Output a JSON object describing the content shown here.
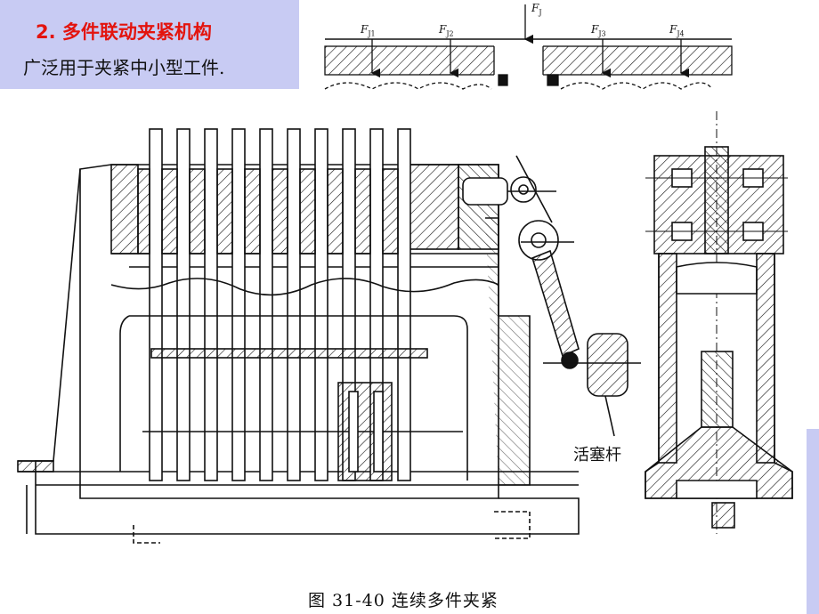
{
  "slide": {
    "title": "2. 多件联动夹紧机构",
    "subtitle": "广泛用于夹紧中小型工件."
  },
  "diagram": {
    "force_main": "F",
    "force_main_sub": "J",
    "forces": [
      {
        "label": "F",
        "sub": "J1"
      },
      {
        "label": "F",
        "sub": "J2"
      },
      {
        "label": "F",
        "sub": "J3"
      },
      {
        "label": "F",
        "sub": "J4"
      }
    ],
    "piston_label": "活塞杆",
    "caption": "图 31-40   连续多件夹紧"
  },
  "colors": {
    "title_bg": "#c8cbf3",
    "title_text": "#e3140e",
    "line": "#111111"
  }
}
